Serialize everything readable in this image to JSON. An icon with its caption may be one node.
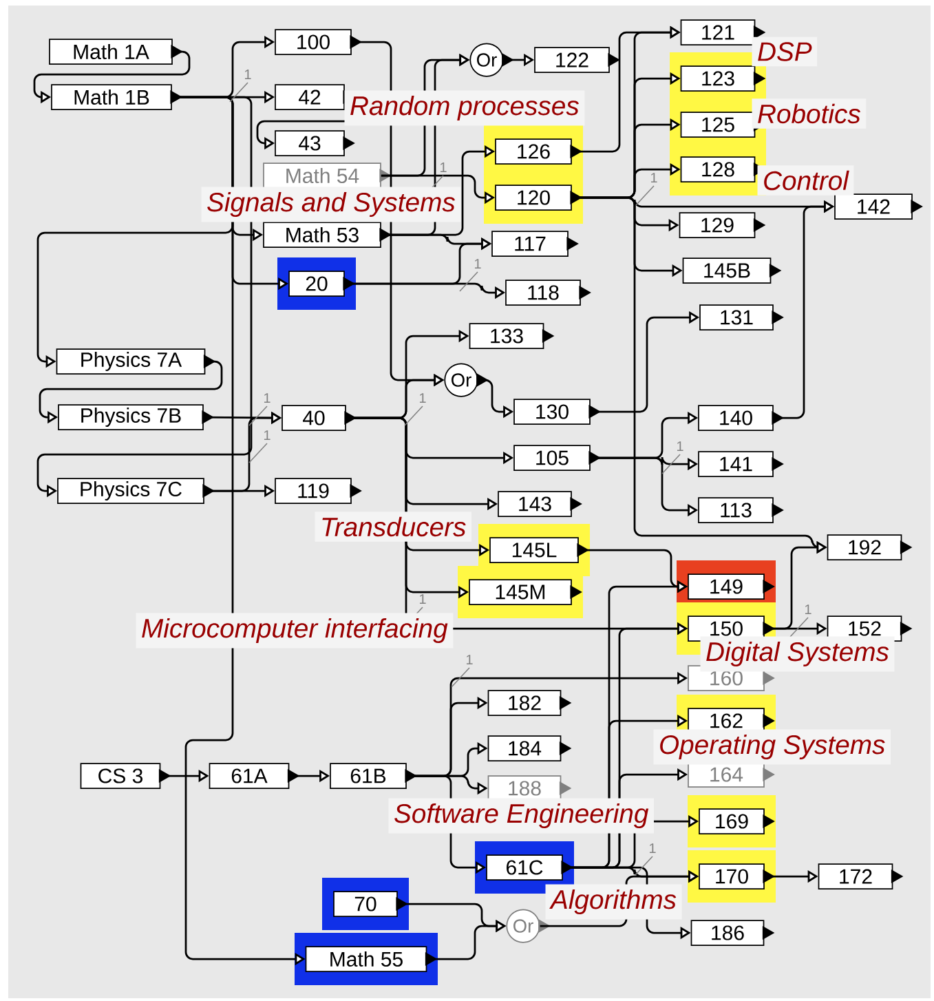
{
  "diagram": {
    "nodes": [
      {
        "text": [
          "Math 1A"
        ]
      },
      {
        "text": [
          "Math 1B"
        ]
      },
      {
        "text": [
          "100"
        ]
      },
      {
        "text": [
          "42"
        ]
      },
      {
        "text": [
          "43"
        ]
      },
      {
        "text": [
          "Math 54"
        ]
      },
      {
        "text": [
          "Math 53"
        ]
      },
      {
        "text": [
          "20"
        ]
      },
      {
        "text": [
          "Physics 7A"
        ]
      },
      {
        "text": [
          "Physics 7B"
        ]
      },
      {
        "text": [
          "40"
        ]
      },
      {
        "text": [
          "Physics 7C"
        ]
      },
      {
        "text": [
          "119"
        ]
      },
      {
        "text": [
          "Or"
        ]
      },
      {
        "text": [
          "122"
        ]
      },
      {
        "text": [
          "126"
        ]
      },
      {
        "text": [
          "120"
        ]
      },
      {
        "text": [
          "117"
        ]
      },
      {
        "text": [
          "118"
        ]
      },
      {
        "text": [
          "133"
        ]
      },
      {
        "text": [
          "Or"
        ]
      },
      {
        "text": [
          "130"
        ]
      },
      {
        "text": [
          "105"
        ]
      },
      {
        "text": [
          "143"
        ]
      },
      {
        "text": [
          "145L"
        ]
      },
      {
        "text": [
          "145M"
        ]
      },
      {
        "text": [
          "121"
        ]
      },
      {
        "text": [
          "123"
        ]
      },
      {
        "text": [
          "125"
        ]
      },
      {
        "text": [
          "128"
        ]
      },
      {
        "text": [
          "129"
        ]
      },
      {
        "text": [
          "145B"
        ]
      },
      {
        "text": [
          "131"
        ]
      },
      {
        "text": [
          "142"
        ]
      },
      {
        "text": [
          "140"
        ]
      },
      {
        "text": [
          "141"
        ]
      },
      {
        "text": [
          "113"
        ]
      },
      {
        "text": [
          "192"
        ]
      },
      {
        "text": [
          "149"
        ]
      },
      {
        "text": [
          "150"
        ]
      },
      {
        "text": [
          "152"
        ]
      },
      {
        "text": [
          "160"
        ]
      },
      {
        "text": [
          "182"
        ]
      },
      {
        "text": [
          "184"
        ]
      },
      {
        "text": [
          "188"
        ]
      },
      {
        "text": [
          "162"
        ]
      },
      {
        "text": [
          "164"
        ]
      },
      {
        "text": [
          "169"
        ]
      },
      {
        "text": [
          "170"
        ]
      },
      {
        "text": [
          "172"
        ]
      },
      {
        "text": [
          "186"
        ]
      },
      {
        "text": [
          "CS 3"
        ]
      },
      {
        "text": [
          "61A"
        ]
      },
      {
        "text": [
          "61B"
        ]
      },
      {
        "text": [
          "61C"
        ]
      },
      {
        "text": [
          "70"
        ]
      },
      {
        "text": [
          "Math 55"
        ]
      },
      {
        "text": [
          "Or"
        ]
      }
    ],
    "edges": [
      {
        "from": 0,
        "to": 1,
        "arrow": "to"
      },
      {
        "from": 1,
        "to": 2,
        "arrow": "to"
      },
      {
        "from": 1,
        "to": 3,
        "arrow": "to"
      },
      {
        "from": 3,
        "to": 4,
        "arrow": "to"
      },
      {
        "from": 1,
        "to": 6,
        "arrow": "to"
      },
      {
        "from": 1,
        "to": 7,
        "arrow": "to"
      },
      {
        "from": 1,
        "to": 8,
        "arrow": "to"
      },
      {
        "from": 1,
        "to": 56,
        "arrow": "to"
      },
      {
        "from": 1,
        "to": 11,
        "arrow": "to"
      },
      {
        "from": 8,
        "to": 9,
        "arrow": "to"
      },
      {
        "from": 9,
        "to": 10,
        "arrow": "to"
      },
      {
        "from": 11,
        "to": 10,
        "arrow": "to"
      },
      {
        "from": 11,
        "to": 12,
        "arrow": "to"
      },
      {
        "from": 2,
        "to": 20,
        "arrow": "to"
      },
      {
        "from": 5,
        "to": 13,
        "arrow": "to"
      },
      {
        "from": 6,
        "to": 13,
        "arrow": "to"
      },
      {
        "from": 13,
        "to": 14,
        "arrow": "to"
      },
      {
        "from": 6,
        "to": 17,
        "arrow": "to"
      },
      {
        "from": 5,
        "to": 16,
        "arrow": "to"
      },
      {
        "from": 7,
        "to": 17,
        "arrow": "to"
      },
      {
        "from": 7,
        "to": 18,
        "arrow": "to"
      },
      {
        "from": 6,
        "to": 15,
        "arrow": "to"
      },
      {
        "from": 10,
        "to": 19,
        "arrow": "to"
      },
      {
        "from": 10,
        "to": 20,
        "arrow": "to"
      },
      {
        "from": 20,
        "to": 21,
        "arrow": "to"
      },
      {
        "from": 10,
        "to": 22,
        "arrow": "to"
      },
      {
        "from": 10,
        "to": 23,
        "arrow": "to"
      },
      {
        "from": 10,
        "to": 24,
        "arrow": "to"
      },
      {
        "from": 10,
        "to": 25,
        "arrow": "to"
      },
      {
        "from": 15,
        "to": 26,
        "arrow": "to"
      },
      {
        "from": 16,
        "to": 26,
        "arrow": "to"
      },
      {
        "from": 16,
        "to": 27,
        "arrow": "to"
      },
      {
        "from": 16,
        "to": 28,
        "arrow": "to"
      },
      {
        "from": 16,
        "to": 29,
        "arrow": "to"
      },
      {
        "from": 16,
        "to": 30,
        "arrow": "to"
      },
      {
        "from": 16,
        "to": 31,
        "arrow": "to"
      },
      {
        "from": 16,
        "to": 33,
        "arrow": "to"
      },
      {
        "from": 16,
        "to": 37,
        "arrow": "to"
      },
      {
        "from": 21,
        "to": 32,
        "arrow": "to"
      },
      {
        "from": 22,
        "to": 34,
        "arrow": "to"
      },
      {
        "from": 22,
        "to": 35,
        "arrow": "to"
      },
      {
        "from": 22,
        "to": 36,
        "arrow": "to"
      },
      {
        "from": 34,
        "to": 33,
        "arrow": "to"
      },
      {
        "from": 24,
        "to": 38,
        "arrow": "to"
      },
      {
        "from": 10,
        "to": 39,
        "arrow": "to"
      },
      {
        "from": 53,
        "to": 41,
        "arrow": "to"
      },
      {
        "from": 53,
        "to": 42,
        "arrow": "to"
      },
      {
        "from": 53,
        "to": 43,
        "arrow": "to"
      },
      {
        "from": 53,
        "to": 44,
        "arrow": "to"
      },
      {
        "from": 53,
        "to": 54,
        "arrow": "to"
      },
      {
        "from": 54,
        "to": 38,
        "arrow": "to"
      },
      {
        "from": 54,
        "to": 39,
        "arrow": "to"
      },
      {
        "from": 54,
        "to": 45,
        "arrow": "to"
      },
      {
        "from": 54,
        "to": 46,
        "arrow": "to"
      },
      {
        "from": 54,
        "to": 47,
        "arrow": "to"
      },
      {
        "from": 54,
        "to": 48,
        "arrow": "to"
      },
      {
        "from": 54,
        "to": 50,
        "arrow": "to"
      },
      {
        "from": 39,
        "to": 40,
        "arrow": "to"
      },
      {
        "from": 39,
        "to": 37,
        "arrow": "to"
      },
      {
        "from": 48,
        "to": 49,
        "arrow": "to"
      },
      {
        "from": 51,
        "to": 52,
        "arrow": "to"
      },
      {
        "from": 52,
        "to": 53,
        "arrow": "to"
      },
      {
        "from": 55,
        "to": 57,
        "arrow": "to"
      },
      {
        "from": 56,
        "to": 57,
        "arrow": "to"
      },
      {
        "from": 57,
        "to": 48,
        "arrow": "to"
      }
    ],
    "labels": [
      "DSP",
      "1",
      "Random processes",
      "Robotics",
      "1",
      "1",
      "Control",
      "Signals and Systems",
      "1",
      "1",
      "1",
      "1",
      "1",
      "Transducers",
      "1",
      "1",
      "Microcomputer interfacing",
      "Digital Systems",
      "1",
      "Operating Systems",
      "Software Engineering",
      "1",
      "Algorithms"
    ]
  }
}
